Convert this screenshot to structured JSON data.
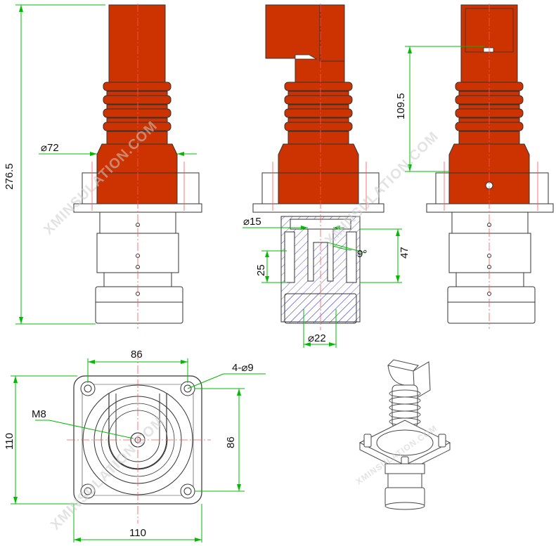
{
  "colors": {
    "insulator": "#cc3300",
    "dimension": "#00bb00",
    "centerline": "#ff5555",
    "outline": "#333333",
    "hatch": "#3333cc",
    "watermark": "#cccccc"
  },
  "dimensions": {
    "total_height": "276.5",
    "head_height": "109.5",
    "dia_72": "⌀72",
    "dia_15": "⌀15",
    "dia_22": "⌀22",
    "len_25": "25",
    "len_47": "47",
    "angle_9": "9°",
    "bolt_spacing_top": "86",
    "bolt_spacing_right": "86",
    "flange_width": "110",
    "flange_height": "110",
    "bolt_holes": "4-⌀9",
    "thread": "M8"
  },
  "watermark": "XMINSULATION.COM"
}
